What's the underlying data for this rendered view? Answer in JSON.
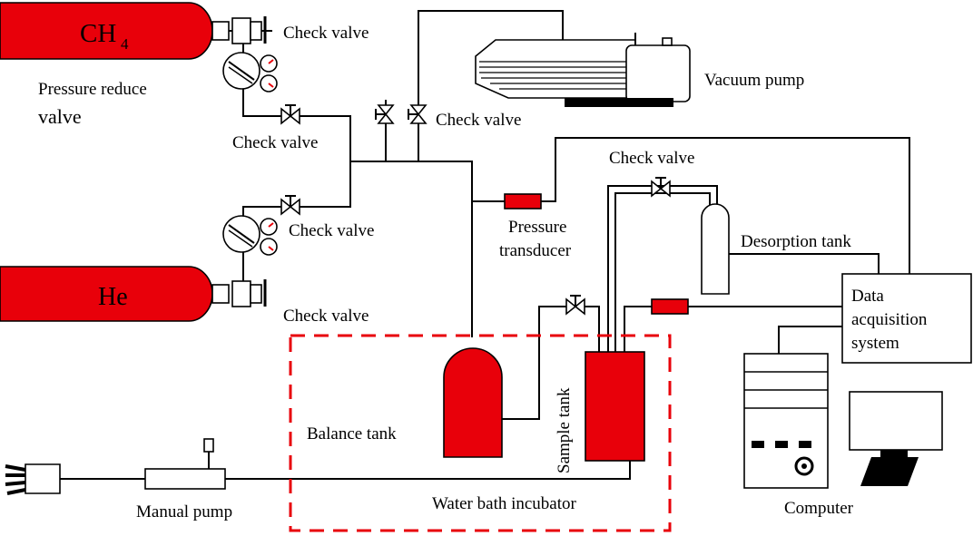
{
  "labels": {
    "ch4": "CH",
    "ch4_sub": "4",
    "he": "He",
    "check_valve_top": "Check valve",
    "pressure_reduce_1": "Pressure reduce",
    "pressure_reduce_2": "valve",
    "check_valve_mid": "Check valve",
    "check_valve_vac": "Check valve",
    "check_valve_he": "Check valve",
    "check_valve_bottom": "Check valve",
    "check_valve_right": "Check valve",
    "vacuum_pump": "Vacuum pump",
    "pressure_transducer_1": "Pressure",
    "pressure_transducer_2": "transducer",
    "desorption_tank": "Desorption tank",
    "daq_1": "Data",
    "daq_2": "acquisition",
    "daq_3": "system",
    "balance_tank": "Balance tank",
    "sample_tank": "Sample tank",
    "water_bath": "Water bath incubator",
    "manual_pump": "Manual pump",
    "computer": "Computer"
  },
  "colors": {
    "vessel": "#e8000a",
    "dashed_box": "#e8000a",
    "line": "#000000"
  }
}
